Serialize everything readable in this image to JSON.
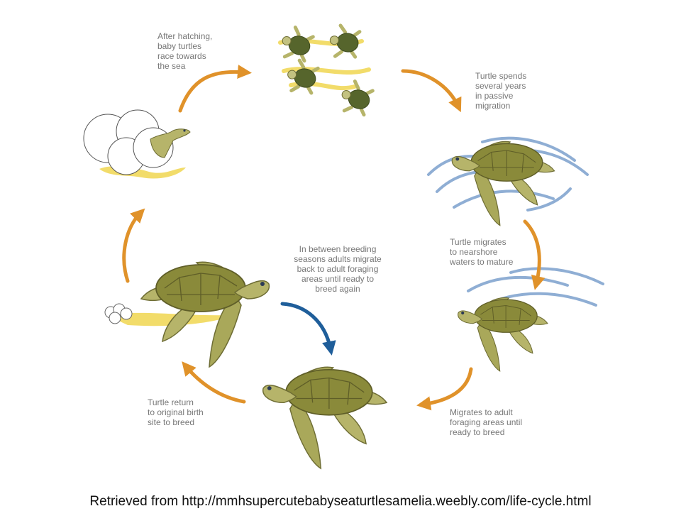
{
  "stages": {
    "hatching": [
      "After hatching,",
      "baby turtles",
      "race towards",
      "the sea"
    ],
    "passive_migration": [
      "Turtle spends",
      "several years",
      "in passive",
      "migration"
    ],
    "nearshore": [
      "Turtle migrates",
      "to nearshore",
      "waters to mature"
    ],
    "foraging": [
      "Migrates to adult",
      "foraging areas until",
      "ready to breed"
    ],
    "return": [
      "Turtle return",
      "to original birth",
      "site to breed"
    ],
    "between_breeding": [
      "In between breeding",
      "seasons adults migrate",
      "back to adult foraging",
      "areas until ready to",
      "breed again"
    ]
  },
  "source": "Retrieved from http://mmhsupercutebabyseaturtlesamelia.weebly.com/life-cycle.html",
  "colors": {
    "cycle_arrow": "#e0922a",
    "breeding_arrow": "#1f5e9a",
    "turtle_shell": "#8a8a3a",
    "turtle_skin": "#b6b46a",
    "water": "#8faed4",
    "sand": "#f2dc6a",
    "label_text": "#777777"
  },
  "icons": [
    "egg-cluster-icon",
    "hatchling-icon",
    "turtle-icon",
    "water-swirl-icon",
    "arrow-icon"
  ]
}
